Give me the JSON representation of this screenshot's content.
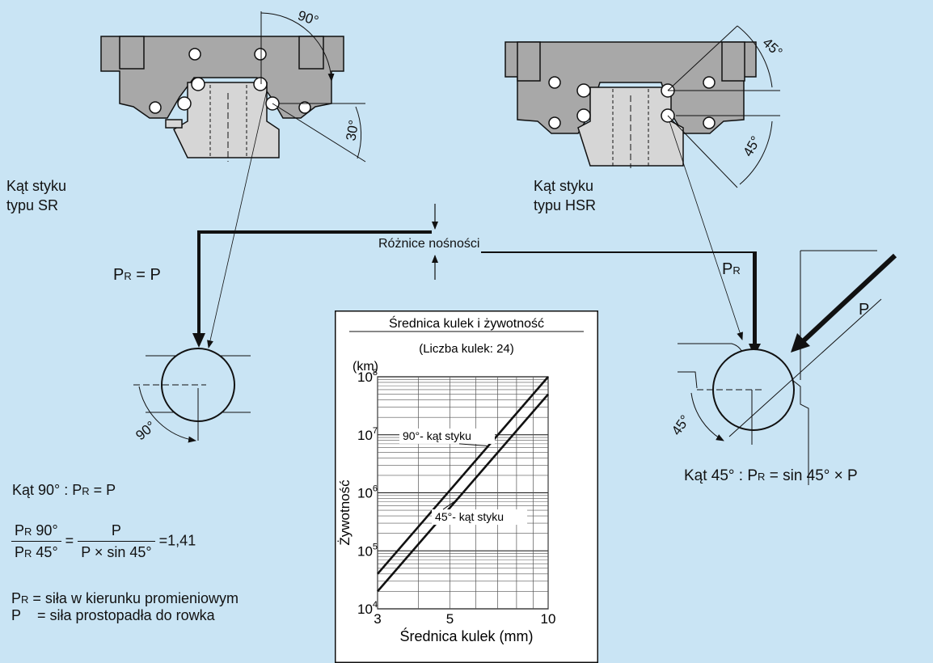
{
  "colors": {
    "background": "#c9e4f4",
    "part_gray": "#a9a9a9",
    "ink": "#111111",
    "chart_bg": "#ffffff"
  },
  "left": {
    "caption_line1": "Kąt styku",
    "caption_line2": "typu SR",
    "angle_top": "90°",
    "angle_side": "30°",
    "angle_ball": "90°",
    "force_label": "P",
    "force_eq": "= P",
    "eq1_prefix": "Kąt 90° : P",
    "eq1_suffix": "= P",
    "ratio_num": "P",
    "ratio_num_deg": "90°",
    "ratio_den": "P",
    "ratio_den_deg": "45°",
    "eq_sign": "=",
    "ratio_rhs_num": "P",
    "ratio_rhs_den": "P × sin 45°",
    "ratio_result": "=1,41",
    "def1_lhs": "P",
    "def1_rhs": "= siła w kierunku promieniowym",
    "def2_lhs": "P",
    "def2_rhs": "= siła prostopadła do rowka",
    "sub_r": "R"
  },
  "right": {
    "caption_line1": "Kąt styku",
    "caption_line2": "typu HSR",
    "angle_top": "45°",
    "angle_side": "45°",
    "angle_ball": "45°",
    "force_pr": "P",
    "force_p": "P",
    "eq_prefix": "Kąt 45° : P",
    "eq_suffix": "= sin 45° × P",
    "sub_r": "R"
  },
  "center": {
    "load_difference": "Różnice nośności"
  },
  "chart_data": {
    "type": "line",
    "title": "Średnica kulek i żywotność",
    "subtitle": "(Liczba kulek: 24)",
    "xlabel": "Średnica kulek (mm)",
    "ylabel": "Żywotność",
    "yunit": "(km)",
    "x_scale": "log",
    "y_scale": "log",
    "xlim": [
      3,
      10
    ],
    "ylim": [
      10000,
      100000000
    ],
    "x_ticks": [
      "3",
      "5",
      "10"
    ],
    "y_ticks": [
      "10",
      "10",
      "10",
      "10",
      "10"
    ],
    "y_tick_exps": [
      "4",
      "5",
      "6",
      "7",
      "8"
    ],
    "grid": true,
    "series": [
      {
        "name": "90°- kąt styku",
        "x": [
          3,
          10
        ],
        "y": [
          40000,
          100000000
        ]
      },
      {
        "name": "45°- kąt styku",
        "x": [
          3,
          10
        ],
        "y": [
          20000,
          50000000
        ]
      }
    ]
  }
}
